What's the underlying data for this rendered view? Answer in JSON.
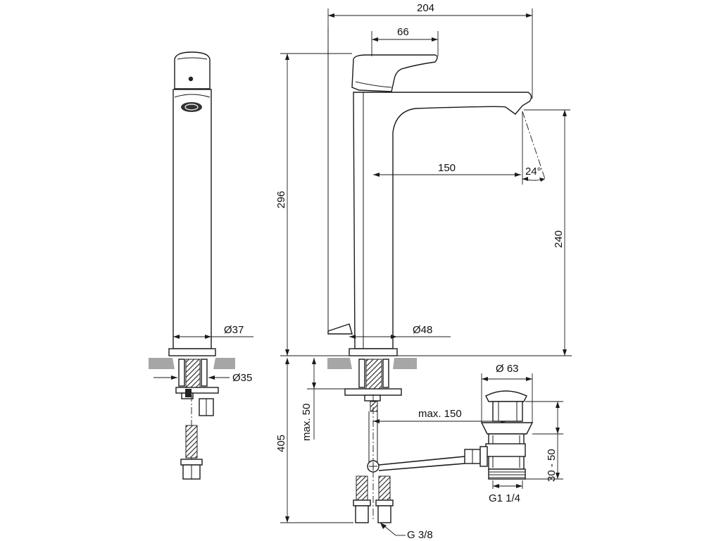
{
  "labels": {
    "width_total": "204",
    "handle_offset": "66",
    "spout_reach": "150",
    "spout_angle": "24°",
    "height_total": "296",
    "spout_height": "240",
    "dia_body_side": "Ø37",
    "dia_thread": "Ø35",
    "dia_base": "Ø48",
    "under_counter": "405",
    "max_thickness": "max. 50",
    "max_reach": "max. 150",
    "dia_waste": "Ø 63",
    "waste_range": "30 - 50",
    "waste_thread": "G1 1/4",
    "supply_thread": "G 3/8"
  }
}
